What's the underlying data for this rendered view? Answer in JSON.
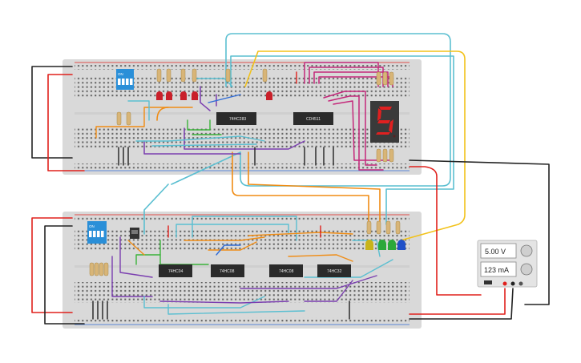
{
  "canvas": {
    "background": "#ffffff",
    "breadboard_color": "#d9d9d9",
    "hole_color": "#5c5c5c"
  },
  "boards": [
    {
      "id": "top-breadboard",
      "chips": [
        "74HC283",
        "CD4511"
      ],
      "dip_switch_label": "ON",
      "dip_switch_numbers": "1 2 3 4"
    },
    {
      "id": "bottom-breadboard",
      "chips": [
        "74HC04",
        "74HC08",
        "74HC08",
        "74HC32"
      ],
      "dip_switch_label": "ON",
      "dip_switch_numbers": "1 2 3 4"
    }
  ],
  "seven_segment": {
    "digit": "5",
    "color": "#e02020"
  },
  "power_supply": {
    "voltage": "5.00 V",
    "current": "123 mA"
  },
  "wire_colors": {
    "red": "#e0201c",
    "black": "#222222",
    "cyan": "#5bbfd1",
    "yellow": "#f2c21a",
    "orange": "#f08c14",
    "magenta": "#c4287a",
    "purple": "#7b3fb0",
    "blue": "#2f6bd6",
    "green": "#3ab33a",
    "gray": "#999999"
  },
  "led_colors": {
    "red": "#c9202a",
    "yellow": "#c8b41a",
    "green": "#2ca83a",
    "blue": "#2050c8"
  }
}
